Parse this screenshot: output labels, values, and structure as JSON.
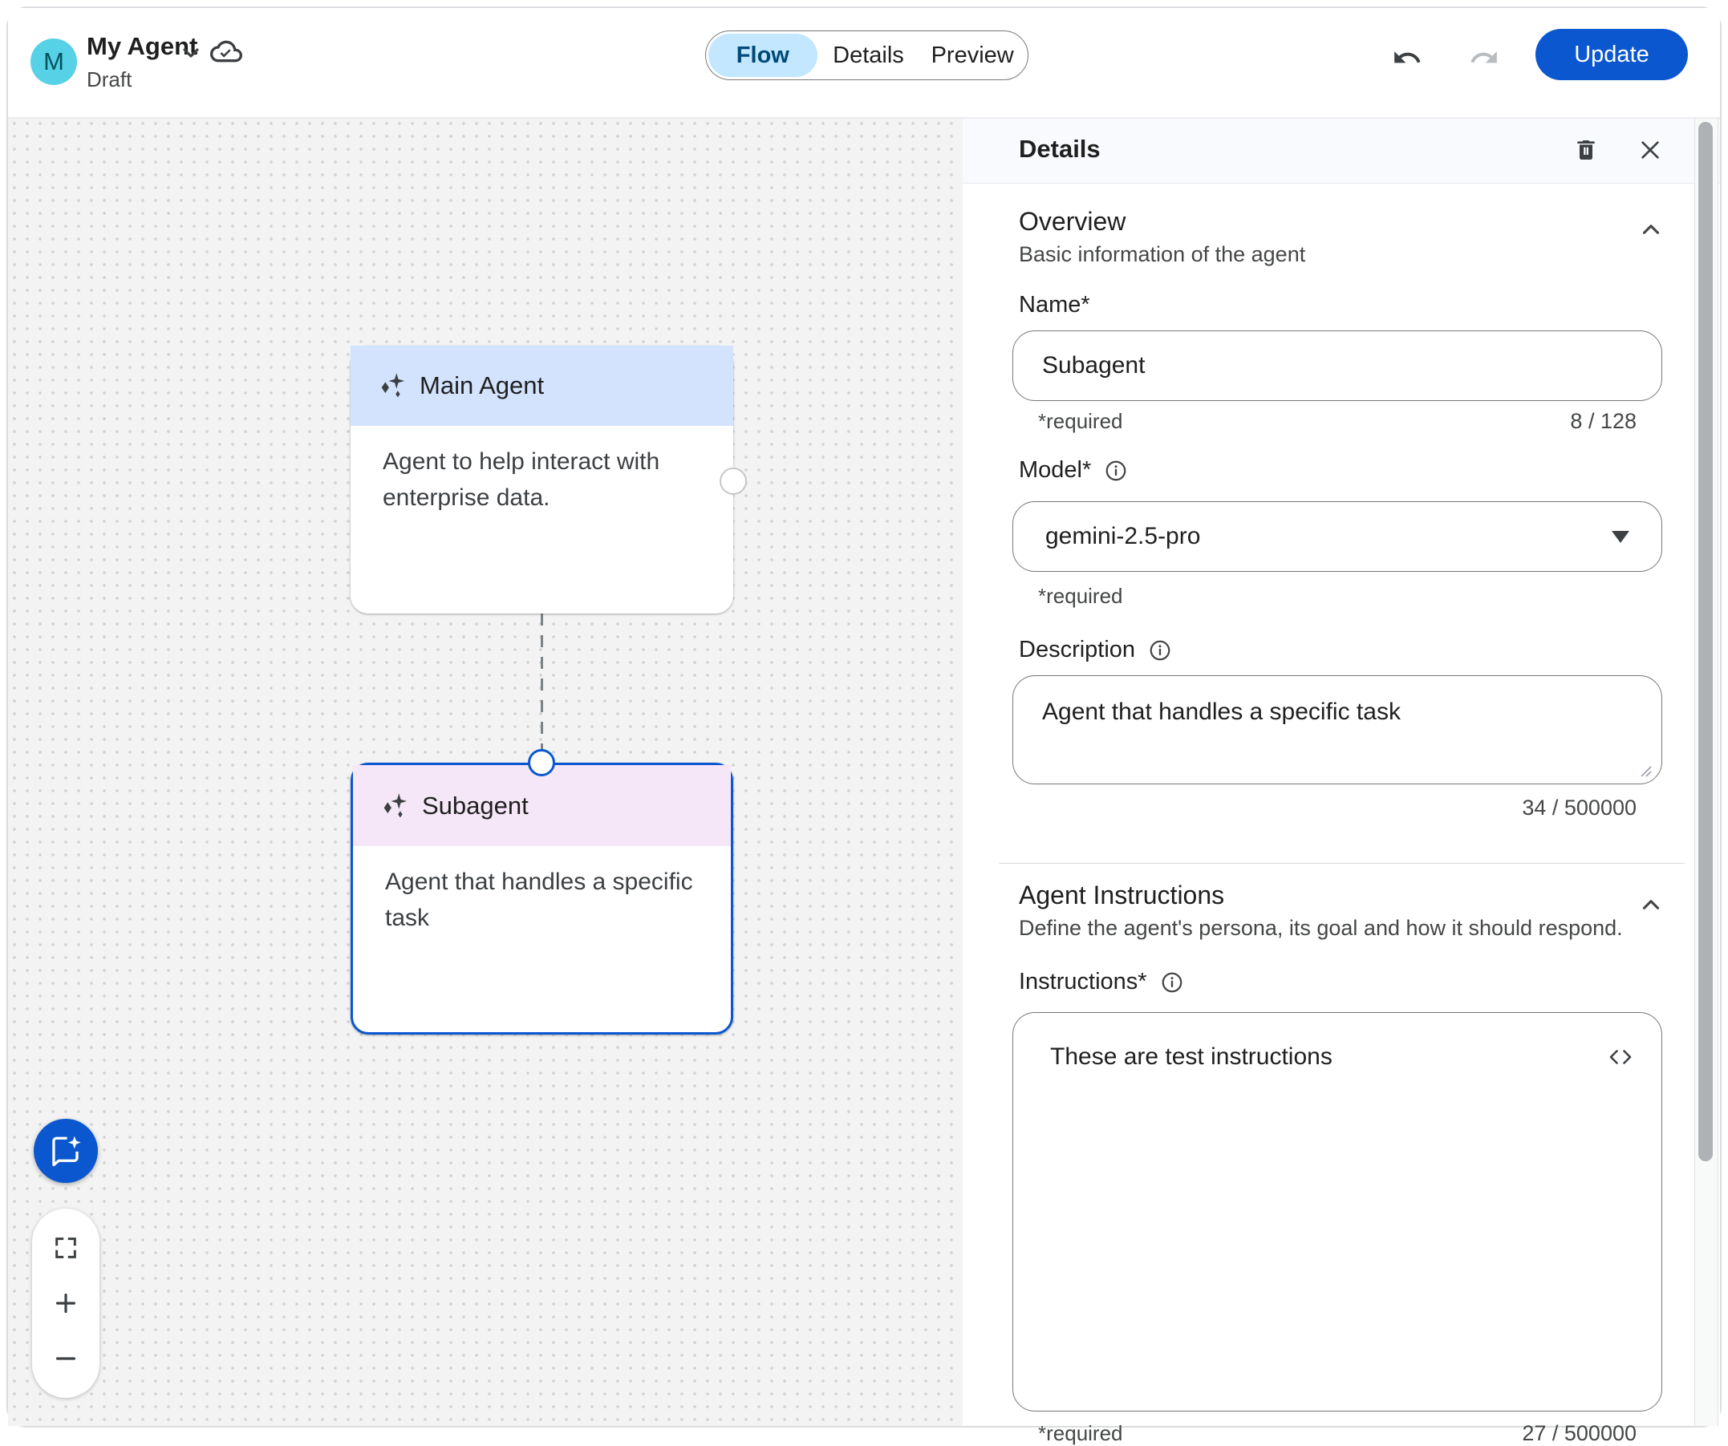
{
  "header": {
    "avatar_letter": "M",
    "title": "My Agent",
    "status": "Draft",
    "tabs": [
      {
        "label": "Flow",
        "active": true
      },
      {
        "label": "Details",
        "active": false
      },
      {
        "label": "Preview",
        "active": false
      }
    ],
    "update_label": "Update"
  },
  "canvas": {
    "nodes": [
      {
        "title": "Main Agent",
        "description": "Agent to help interact with enterprise data.",
        "selected": false
      },
      {
        "title": "Subagent",
        "description": "Agent that handles a specific task",
        "selected": true
      }
    ]
  },
  "panel": {
    "title": "Details",
    "overview": {
      "heading": "Overview",
      "subheading": "Basic information of the agent",
      "name_label": "Name*",
      "name_value": "Subagent",
      "name_required": "*required",
      "name_counter": "8 / 128",
      "model_label": "Model*",
      "model_value": "gemini-2.5-pro",
      "model_required": "*required",
      "description_label": "Description",
      "description_value": "Agent that handles a specific task",
      "description_counter": "34 / 500000"
    },
    "instructions": {
      "heading": "Agent Instructions",
      "subheading": "Define the agent's persona, its goal and how it should respond.",
      "label": "Instructions*",
      "value": "These are test instructions",
      "required": "*required",
      "counter": "27 / 500000"
    }
  },
  "icons": [
    "chevron-down-icon",
    "cloud-done-icon",
    "undo-icon",
    "redo-icon",
    "trash-icon",
    "close-icon",
    "chevron-up-icon",
    "info-icon",
    "dropdown-caret-icon",
    "code-icon",
    "resize-grip-icon",
    "sparkle-icon",
    "chat-sparkle-icon",
    "fullscreen-icon",
    "zoom-in-icon",
    "zoom-out-icon"
  ],
  "colors": {
    "accent_blue": "#0b57d0",
    "tab_active_bg": "#c2e7ff",
    "tab_active_text": "#004a77",
    "avatar_bg": "#57d1e6",
    "node_header_blue": "#d3e3fd",
    "node_header_pink": "#f6e7f8",
    "panel_header_bg": "#f8fafd",
    "canvas_bg": "#f2f3f2"
  }
}
